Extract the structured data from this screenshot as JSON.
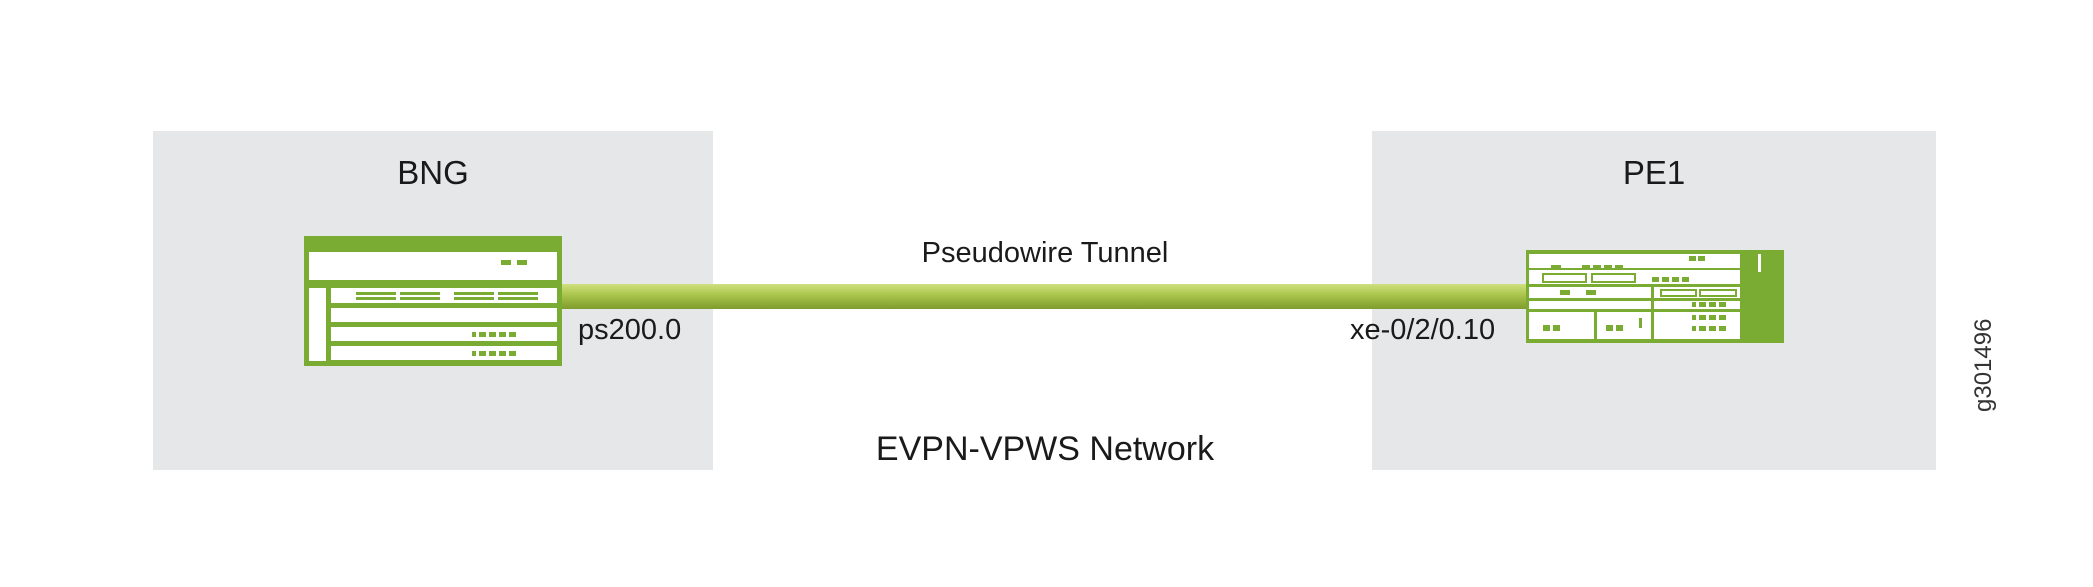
{
  "diagram": {
    "network_label": "EVPN-VPWS Network",
    "tunnel_label": "Pseudowire Tunnel",
    "figure_id": "g301496",
    "sites": [
      {
        "name": "BNG",
        "interface": "ps200.0",
        "icon": "router-chassis-icon"
      },
      {
        "name": "PE1",
        "interface": "xe-0/2/0.10",
        "icon": "router-chassis-icon"
      }
    ],
    "colors": {
      "site_background": "#e6e7e8",
      "device_green": "#7aab33",
      "tunnel_green": "#a6c24a",
      "text": "#1a1a1a"
    }
  }
}
